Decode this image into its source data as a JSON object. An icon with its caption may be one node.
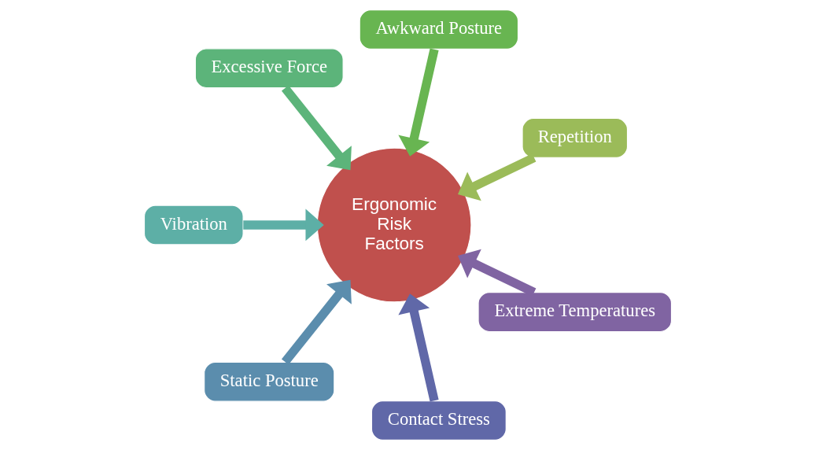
{
  "diagram": {
    "nodes": [
      {
        "text": [
          "Ergonomic Risk Factors"
        ]
      },
      {
        "text": [
          "Repetition"
        ]
      },
      {
        "text": [
          "Awkward Posture"
        ]
      },
      {
        "text": [
          "Excessive Force"
        ]
      },
      {
        "text": [
          "Vibration"
        ]
      },
      {
        "text": [
          "Static Posture"
        ]
      },
      {
        "text": [
          "Contact Stress"
        ]
      },
      {
        "text": [
          "Extreme Temperatures"
        ]
      }
    ],
    "edges": [
      {
        "from": 1,
        "to": 0,
        "arrow": "to",
        "color": "#9bbb59"
      },
      {
        "from": 2,
        "to": 0,
        "arrow": "to",
        "color": "#68b551"
      },
      {
        "from": 3,
        "to": 0,
        "arrow": "to",
        "color": "#5cb47a"
      },
      {
        "from": 4,
        "to": 0,
        "arrow": "to",
        "color": "#5dafa6"
      },
      {
        "from": 5,
        "to": 0,
        "arrow": "to",
        "color": "#5b8dad"
      },
      {
        "from": 6,
        "to": 0,
        "arrow": "to",
        "color": "#6068a8"
      },
      {
        "from": 7,
        "to": 0,
        "arrow": "to",
        "color": "#8064a2"
      }
    ]
  }
}
